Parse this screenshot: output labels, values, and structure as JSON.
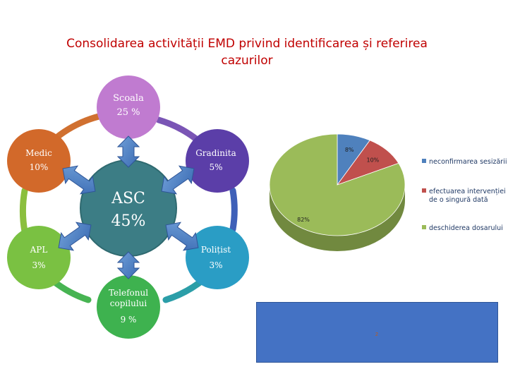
{
  "title": {
    "line1": "Consolidarea activității EMD privind identificarea și referirea",
    "line2": "cazurilor"
  },
  "center": {
    "label": "ASC",
    "value": "45%",
    "color": "#3c7d85"
  },
  "nodes": [
    {
      "name": "Scoala",
      "value": "25 %",
      "color": "#c07bd0"
    },
    {
      "name": "Gradinita",
      "value": "5%",
      "color": "#5b3ea8"
    },
    {
      "name": "Polițist",
      "value": "3%",
      "color": "#2a9dc5"
    },
    {
      "name": "Telefonul copilului",
      "line1": "Telefonul",
      "line2": "copilului",
      "value": "9 %",
      "color": "#3eb24f"
    },
    {
      "name": "APL",
      "value": "3%",
      "color": "#7ac142"
    },
    {
      "name": "Medic",
      "value": "10%",
      "color": "#d2692a"
    }
  ],
  "chart_data": {
    "type": "pie",
    "labels": [
      "neconfirmarea sesizării",
      "efectuarea intervenției de o singură dată",
      "deschiderea dosarului"
    ],
    "values": [
      8,
      10,
      82
    ],
    "value_labels": [
      "8%",
      "10%",
      "82%"
    ],
    "colors": [
      "#4f81bd",
      "#c0504d",
      "#9bbb59"
    ],
    "legend_position": "right"
  },
  "legend": {
    "item1": "neconfirmarea sesizării",
    "item2_line1": "efectuarea intervenției",
    "item2_line2": "de o singură dată",
    "item3": "deschiderea dosarului"
  },
  "note_box": {
    "text": "2",
    "color": "#4472c4"
  }
}
